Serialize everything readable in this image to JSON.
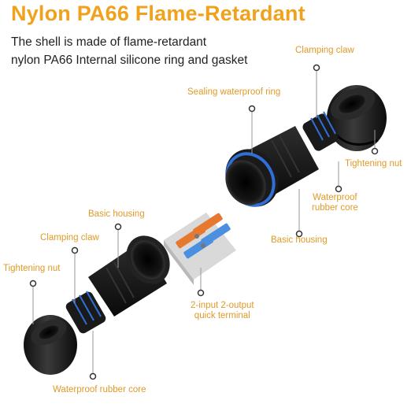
{
  "title": "Nylon PA66 Flame-Retardant",
  "description": {
    "line1": "The shell is made of flame-retardant",
    "line2": "nylon PA66 Internal silicone ring and gasket"
  },
  "labels": {
    "clamping_claw_top": "Clamping claw",
    "sealing_ring": "Sealing waterproof ring",
    "tightening_nut_right": "Tightening nut",
    "waterproof_core_right_1": "Waterproof",
    "waterproof_core_right_2": "rubber core",
    "basic_housing_right": "Basic housing",
    "basic_housing_left": "Basic housing",
    "clamping_claw_left": "Clamping claw",
    "tightening_nut_left": "Tightening nut",
    "terminal_1": "2-input 2-output",
    "terminal_2": "quick terminal",
    "waterproof_core_bottom": "Waterproof rubber core"
  },
  "colors": {
    "accent": "#f0a21c",
    "label": "#e09a28",
    "body": "#1f1f1f",
    "seal": "#2f6fd6"
  }
}
